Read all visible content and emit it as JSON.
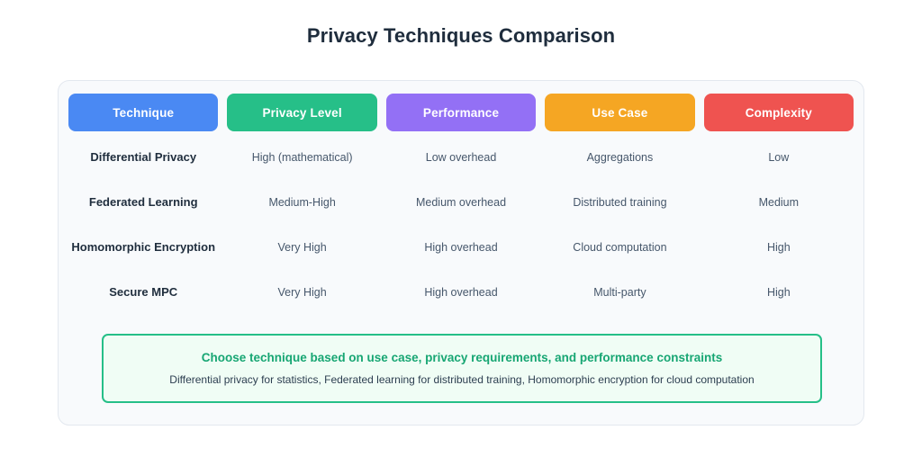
{
  "page": {
    "title": "Privacy Techniques Comparison",
    "background_color": "#ffffff"
  },
  "card": {
    "background_color": "#f8fafc",
    "border_color": "#e3e8ef"
  },
  "table": {
    "headers": [
      {
        "label": "Technique",
        "color": "#4a89f3"
      },
      {
        "label": "Privacy Level",
        "color": "#26bf88"
      },
      {
        "label": "Performance",
        "color": "#9370f5"
      },
      {
        "label": "Use Case",
        "color": "#f5a623"
      },
      {
        "label": "Complexity",
        "color": "#ef5350"
      }
    ],
    "rows": [
      {
        "technique": "Differential Privacy",
        "privacy_level": "High (mathematical)",
        "performance": "Low overhead",
        "use_case": "Aggregations",
        "complexity": "Low"
      },
      {
        "technique": "Federated Learning",
        "privacy_level": "Medium-High",
        "performance": "Medium overhead",
        "use_case": "Distributed training",
        "complexity": "Medium"
      },
      {
        "technique": "Homomorphic Encryption",
        "privacy_level": "Very High",
        "performance": "High overhead",
        "use_case": "Cloud computation",
        "complexity": "High"
      },
      {
        "technique": "Secure MPC",
        "privacy_level": "Very High",
        "performance": "High overhead",
        "use_case": "Multi-party",
        "complexity": "High"
      }
    ]
  },
  "callout": {
    "title": "Choose technique based on use case, privacy requirements, and performance constraints",
    "subtitle": "Differential privacy for statistics, Federated learning for distributed training, Homomorphic encryption for cloud computation",
    "border_color": "#26bf88",
    "background_color": "#f0fdf5",
    "title_color": "#17a673"
  }
}
